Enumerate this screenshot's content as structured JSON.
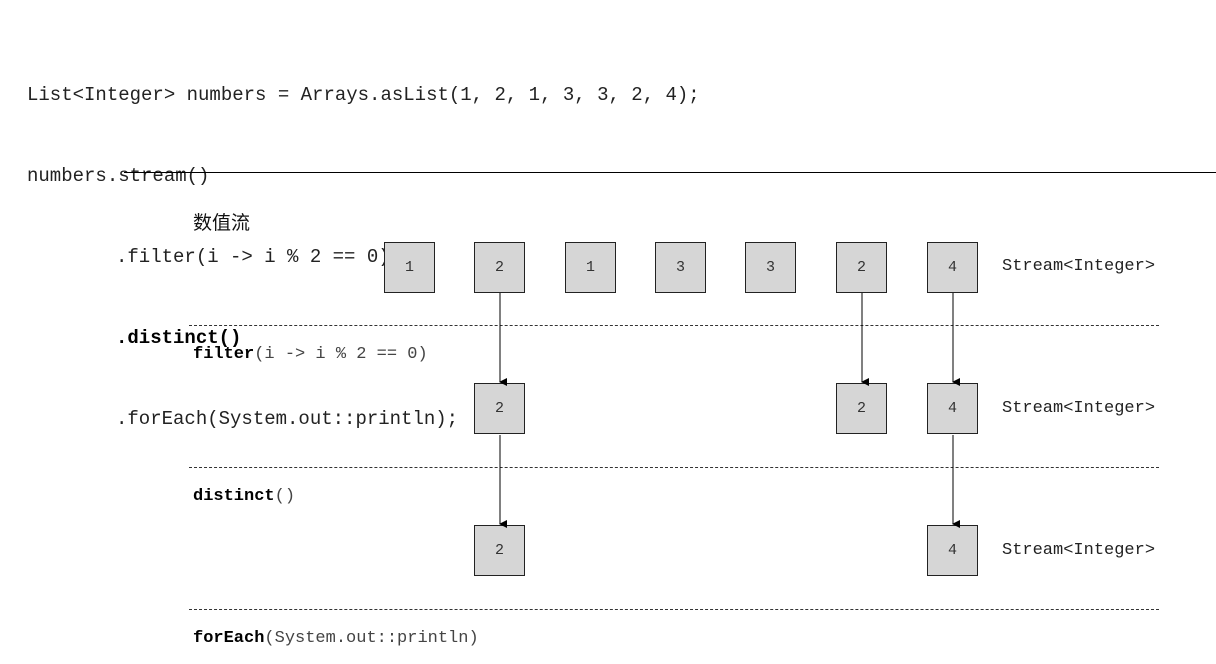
{
  "code": {
    "line1": "List<Integer> numbers = Arrays.asList(1, 2, 1, 3, 3, 2, 4);",
    "line2": "numbers.stream()",
    "line3": ".filter(i -> i % 2 == 0)",
    "line4": ".distinct()",
    "line5": ".forEach(System.out::println);"
  },
  "diagram": {
    "title": "数值流",
    "stream_label": "Stream<Integer>",
    "rows": [
      {
        "values": [
          "1",
          "2",
          "1",
          "3",
          "3",
          "2",
          "4"
        ]
      },
      {
        "op_name": "filter",
        "op_args": "(i -> i % 2 == 0)",
        "values": [
          "2",
          "2",
          "4"
        ]
      },
      {
        "op_name": "distinct",
        "op_args": "()",
        "values": [
          "2",
          "4"
        ]
      }
    ],
    "terminal": {
      "op_name": "forEach",
      "op_args": "(System.out::println)"
    }
  }
}
